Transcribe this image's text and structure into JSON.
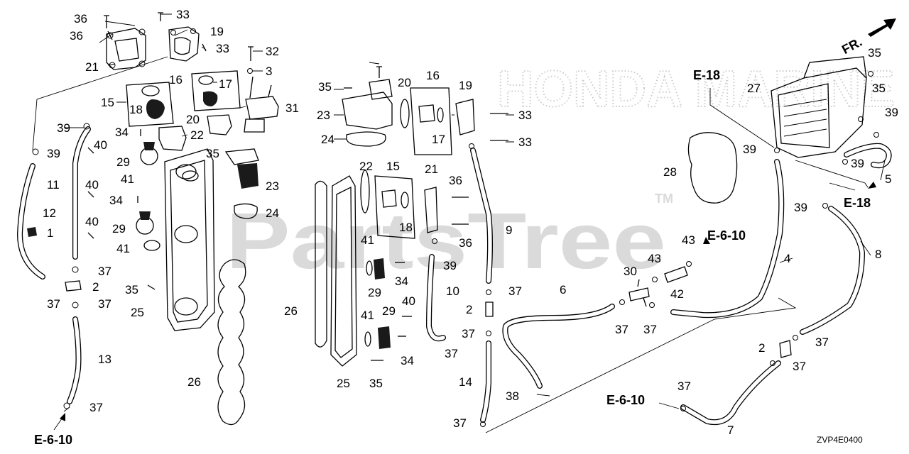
{
  "diagram": {
    "code": "ZVP4E0400",
    "watermark_brand": "HONDA MARINE",
    "watermark_partstree": "PartsTree",
    "watermark_tm": "TM",
    "direction": {
      "label": "FR."
    },
    "references": [
      {
        "id": "ref-e18-top",
        "text": "E-18"
      },
      {
        "id": "ref-e18-right",
        "text": "E-18"
      },
      {
        "id": "ref-e610-mid",
        "text": "E-6-10"
      },
      {
        "id": "ref-e610-bottom",
        "text": "E-6-10"
      },
      {
        "id": "ref-e610-left",
        "text": "E-6-10"
      }
    ],
    "callouts": [
      "36",
      "36",
      "21",
      "33",
      "19",
      "33",
      "32",
      "3",
      "16",
      "17",
      "15",
      "18",
      "31",
      "20",
      "39",
      "22",
      "34",
      "39",
      "40",
      "29",
      "41",
      "35",
      "23",
      "24",
      "11",
      "40",
      "34",
      "12",
      "40",
      "29",
      "41",
      "1",
      "37",
      "2",
      "37",
      "37",
      "35",
      "25",
      "13",
      "37",
      "26",
      "26",
      "35",
      "20",
      "16",
      "19",
      "23",
      "33",
      "17",
      "24",
      "33",
      "22",
      "15",
      "21",
      "36",
      "18",
      "36",
      "39",
      "9",
      "41",
      "34",
      "29",
      "40",
      "41",
      "29",
      "10",
      "37",
      "37",
      "2",
      "37",
      "34",
      "35",
      "25",
      "14",
      "37",
      "6",
      "30",
      "43",
      "43",
      "42",
      "37",
      "37",
      "38",
      "2",
      "37",
      "37",
      "37",
      "7",
      "4",
      "8",
      "27",
      "35",
      "35",
      "39",
      "28",
      "39",
      "39",
      "5",
      "39",
      "37"
    ]
  }
}
